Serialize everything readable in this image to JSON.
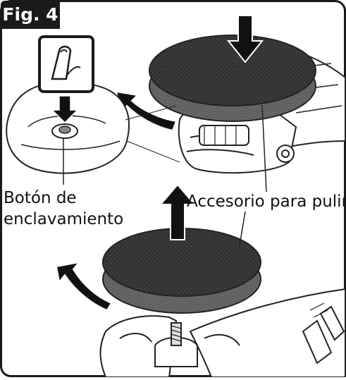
{
  "figure": {
    "tag": "Fig. 4",
    "labels": {
      "lock_button_line1": "Botón de",
      "lock_button_line2": "enclavamiento",
      "polishing_accessory": "Accesorio para pulir"
    }
  },
  "colors": {
    "frame": "#1a1a1a",
    "pad": "#2e2e2e",
    "pad_edge": "#4a4a4a",
    "tool_line": "#222222",
    "background": "#ffffff"
  },
  "icons": [
    "finger-press-icon",
    "down-arrow-icon",
    "up-arrow-icon",
    "rotate-arrow-icon"
  ]
}
